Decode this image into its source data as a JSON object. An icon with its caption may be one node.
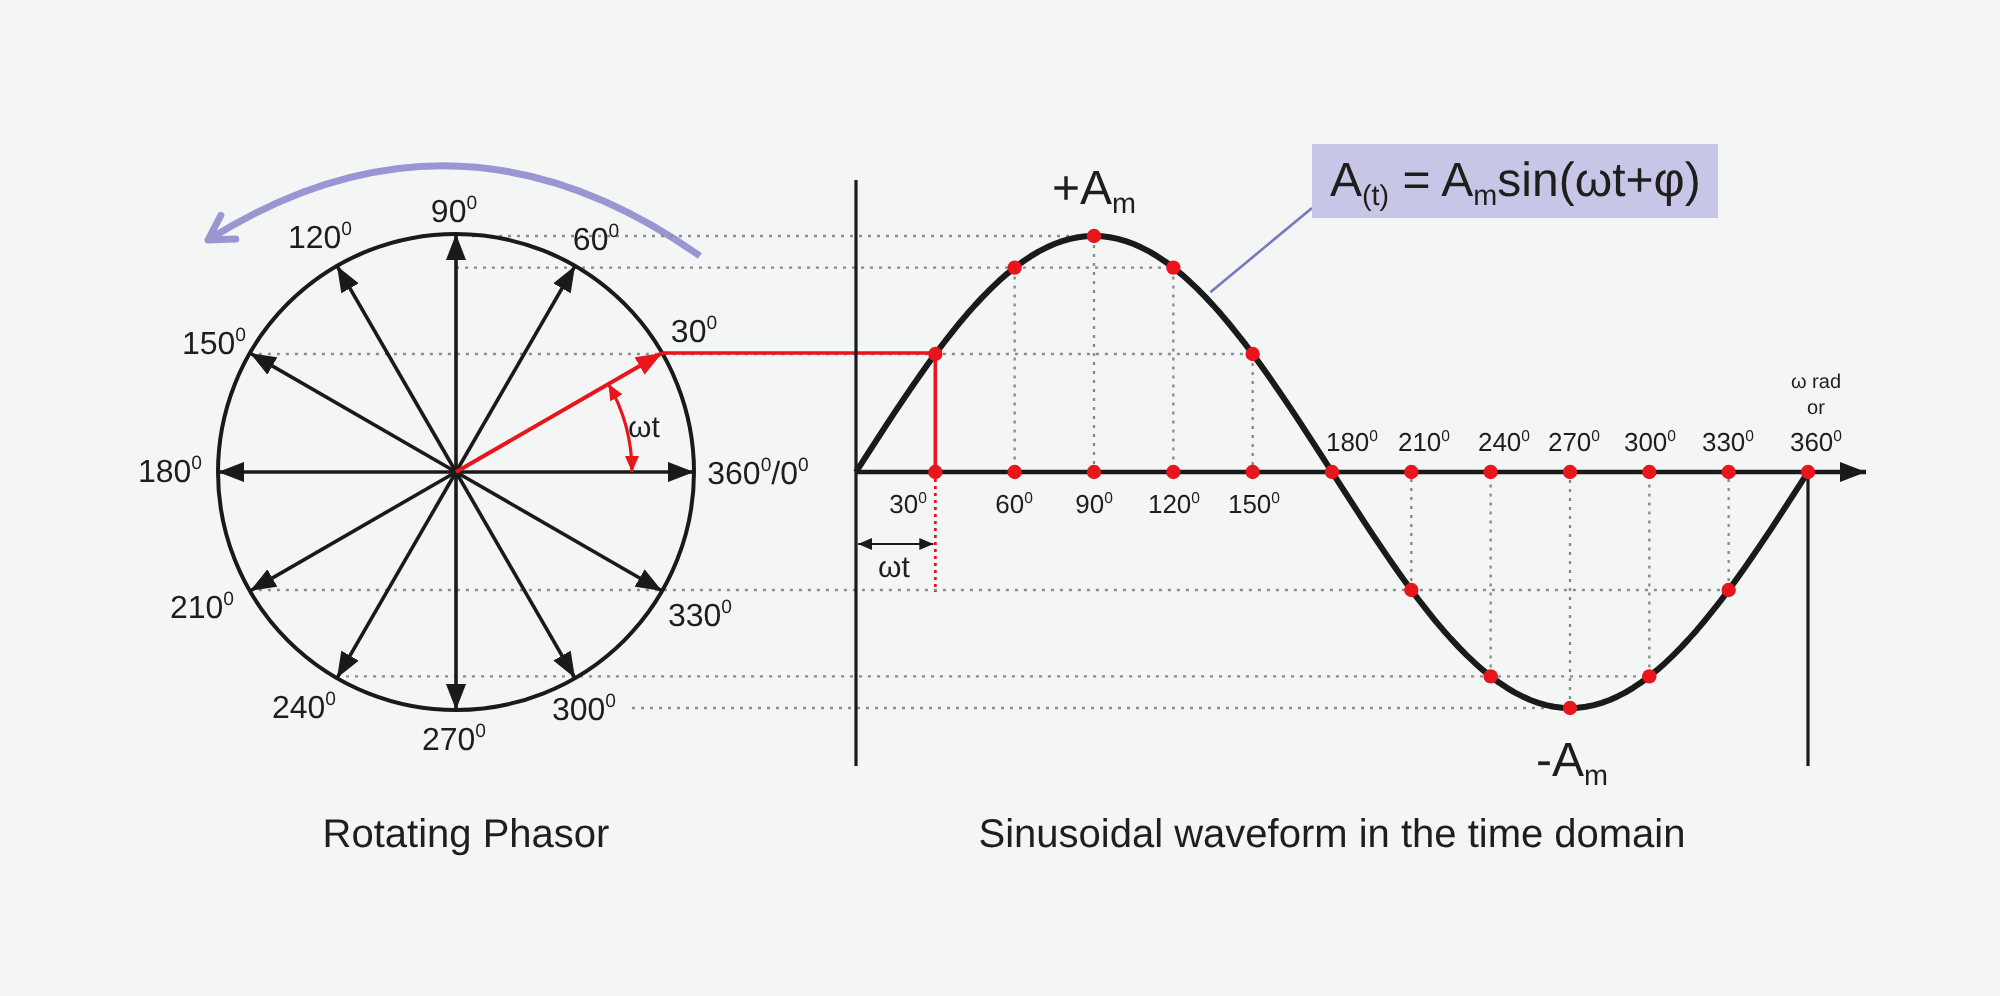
{
  "diagram": {
    "nodes": [
      {
        "text": [
          "A$_{(t)}$ = A$_{m}$sin(ωt+φ)"
        ]
      },
      {
        "text": [],
        "shape": "curve",
        "beside": [
          "+A$_{m}$",
          "-A$_{m}$"
        ]
      }
    ],
    "edges": [
      {
        "from": 0,
        "to": 1,
        "arrow": "none"
      }
    ],
    "labels": [
      "90$^{0}$",
      "120$^{0}$",
      "60$^{0}$",
      "150$^{0}$",
      "30$^{0}$",
      "ωt",
      "180$^{0}$",
      "360$^{0}$/0$^{0}$",
      "210$^{0}$",
      "330$^{0}$",
      "240$^{0}$",
      "300$^{0}$",
      "270$^{0}$",
      "Rotating Phasor",
      "ω rad or",
      "180$^{0}$",
      "210$^{0}$",
      "240$^{0}$",
      "270$^{0}$",
      "300$^{0}$",
      "330$^{0}$",
      "360$^{0}$",
      "30$^{0}$",
      "60$^{0}$",
      "90$^{0}$",
      "120$^{0}$",
      "150$^{0}$",
      "ωt",
      "Sinusoidal waveform in the time domain"
    ]
  }
}
